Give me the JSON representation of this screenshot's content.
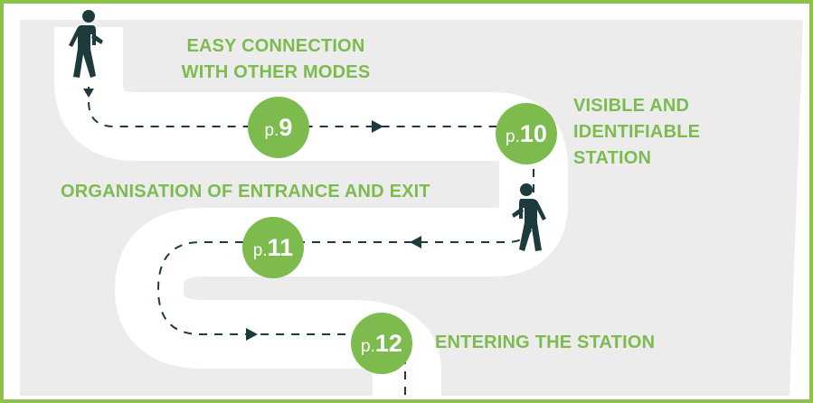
{
  "colors": {
    "accent_green": "#7dbb4f",
    "frame_green": "#8bc34a",
    "background_gray": "#ececec",
    "road": "#ffffff",
    "dark_teal": "#1d3b3c"
  },
  "labels": {
    "easy_connection": [
      "EASY CONNECTION",
      "WITH OTHER MODES"
    ],
    "visible_station": [
      "VISIBLE AND",
      "IDENTIFIABLE",
      "STATION"
    ],
    "organisation": "ORGANISATION OF ENTRANCE AND EXIT",
    "entering": "ENTERING THE STATION"
  },
  "badges": [
    {
      "prefix": "p.",
      "number": "9"
    },
    {
      "prefix": "p.",
      "number": "10"
    },
    {
      "prefix": "p.",
      "number": "11"
    },
    {
      "prefix": "p.",
      "number": "12"
    }
  ],
  "icons": {
    "walker_start": "person-walking-icon",
    "walker_mid": "person-walking-icon"
  }
}
